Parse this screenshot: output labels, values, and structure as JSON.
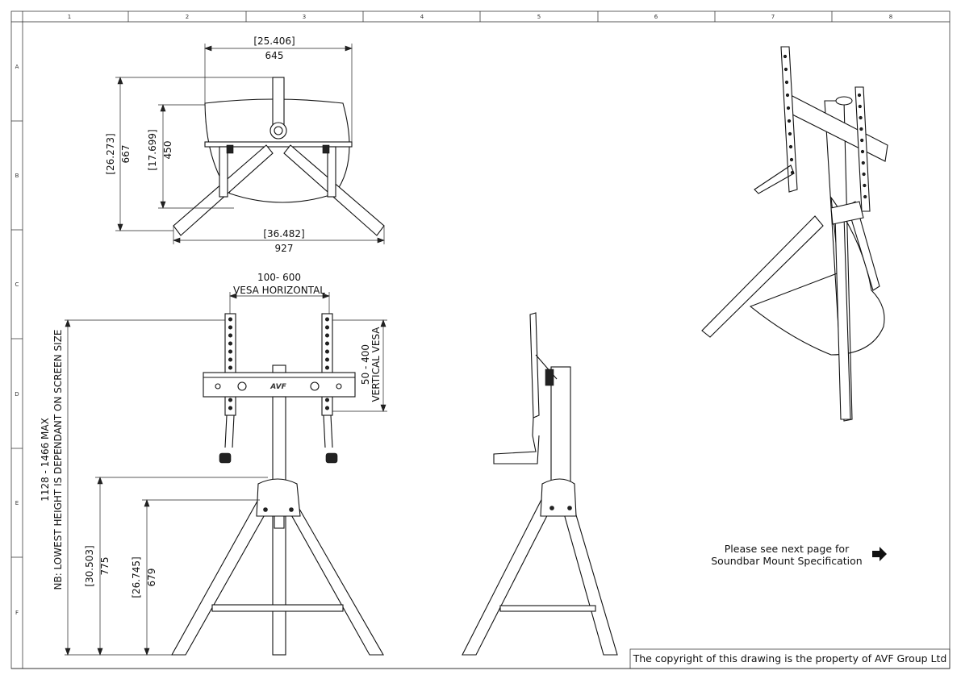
{
  "frame": {
    "columns": [
      "1",
      "2",
      "3",
      "4",
      "5",
      "6",
      "7",
      "8"
    ],
    "rows": [
      "A",
      "B",
      "C",
      "D",
      "E",
      "F"
    ]
  },
  "top_view": {
    "width_inch": "[25.406]",
    "width_mm": "645",
    "height_inch": "[26.273]",
    "height_mm": "667",
    "inner_height_inch": "[17.699]",
    "inner_height_mm": "450",
    "base_width_inch": "[36.482]",
    "base_width_mm": "927"
  },
  "front_view": {
    "vesa_h_range": "100- 600",
    "vesa_h_label": "VESA HORIZONTAL",
    "vesa_v_range": "50 - 400",
    "vesa_v_label": "VERTICAL VESA",
    "max_height_label": "1128 - 1466 MAX",
    "height_note": "NB: LOWEST HEIGHT IS DEPENDANT ON SCREEN SIZE",
    "leg_height_inch": "[30.503]",
    "leg_height_mm": "775",
    "leg_inner_inch": "[26.745]",
    "leg_inner_mm": "679",
    "logo_text": "AVF"
  },
  "note": {
    "line1": "Please see next page for",
    "line2": "Soundbar Mount Specification",
    "arrow_icon": "right-arrow-icon"
  },
  "copyright": "The copyright of this drawing is the property of AVF Group Ltd"
}
